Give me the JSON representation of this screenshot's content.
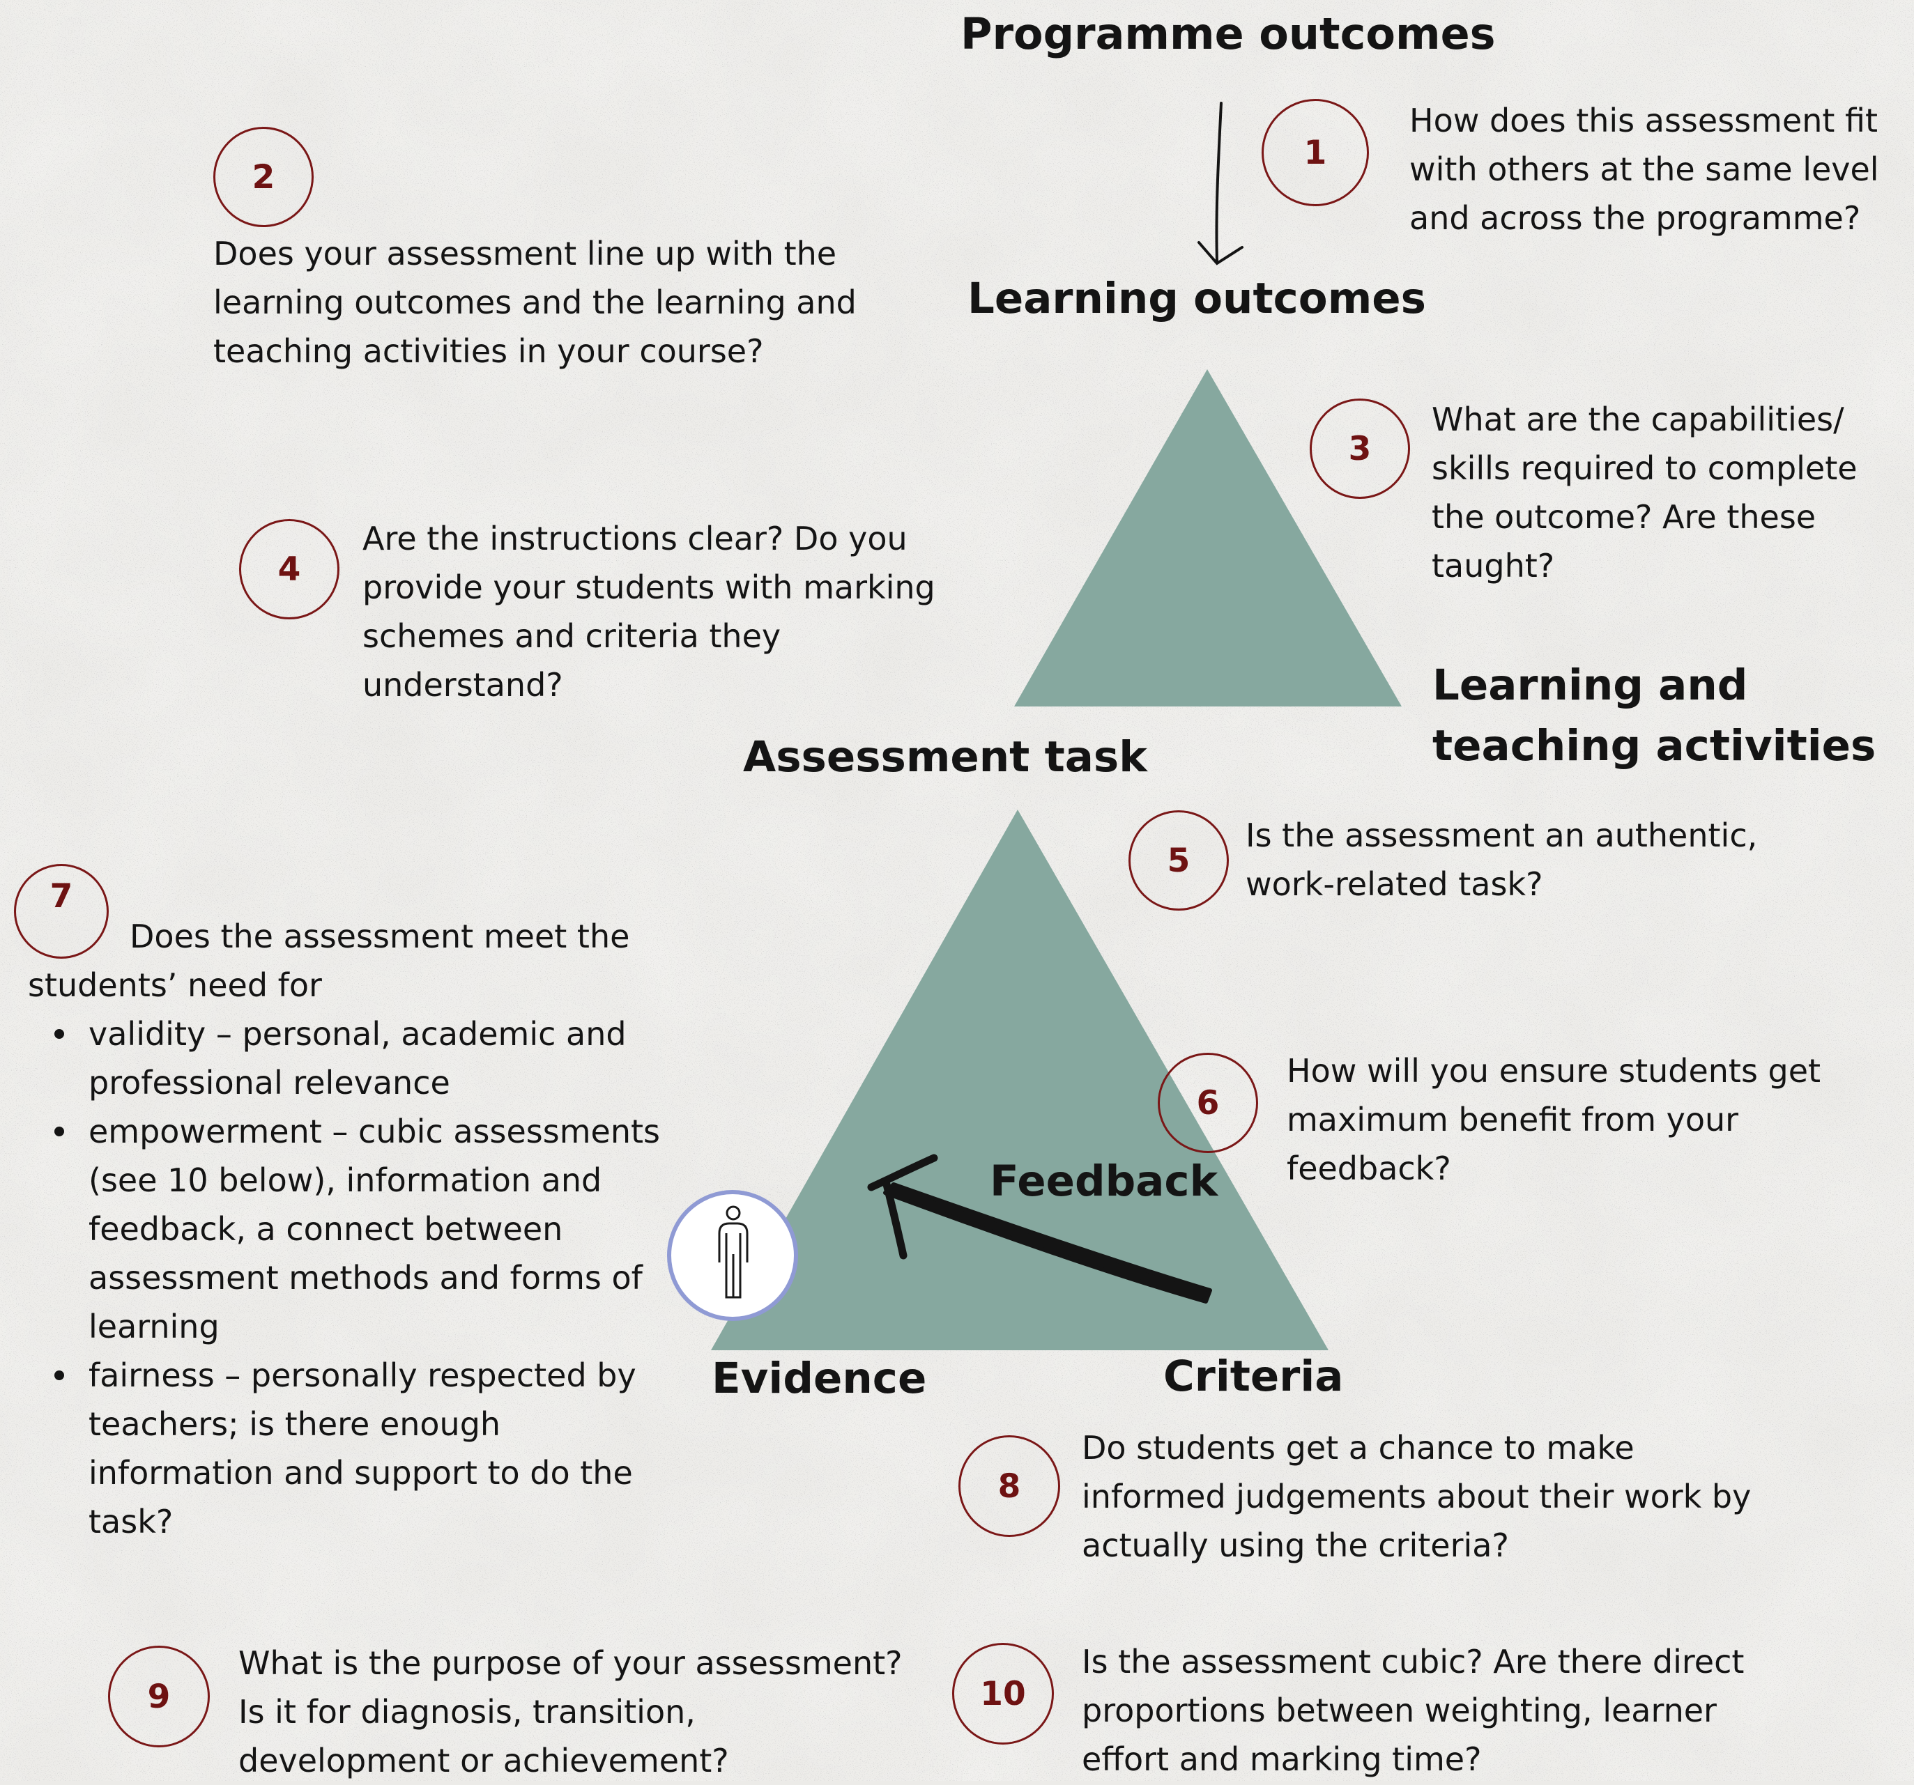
{
  "labels": {
    "programme_outcomes": "Programme outcomes",
    "learning_outcomes": "Learning outcomes",
    "learning_teaching_1": "Learning and",
    "learning_teaching_2": "teaching activities",
    "assessment_task": "Assessment task",
    "feedback": "Feedback",
    "evidence": "Evidence",
    "criteria": "Criteria"
  },
  "questions": [
    {
      "number": "1",
      "lines": [
        "How does this assessment fit",
        "with others at the same level",
        "and across the programme?"
      ]
    },
    {
      "number": "2",
      "lines": [
        "Does your assessment line up with the",
        "learning outcomes and the learning and",
        "teaching activities in your course?"
      ]
    },
    {
      "number": "3",
      "lines": [
        "What are the capabilities/",
        "skills required to complete",
        "the outcome? Are these",
        "taught?"
      ]
    },
    {
      "number": "4",
      "lines": [
        "Are the instructions clear? Do you",
        "provide your students with marking",
        "schemes and criteria they",
        "understand?"
      ]
    },
    {
      "number": "5",
      "lines": [
        "Is the assessment an authentic,",
        "work-related task?"
      ]
    },
    {
      "number": "6",
      "lines": [
        "How will you ensure students get",
        "maximum benefit from your",
        "feedback?"
      ]
    },
    {
      "number": "7",
      "lines": [
        "Does the assessment meet the",
        "students’ need for"
      ],
      "bullets": [
        [
          "validity – personal, academic and",
          "professional relevance"
        ],
        [
          "empowerment – cubic assessments",
          "(see 10 below), information and",
          "feedback, a connect between",
          "assessment methods and forms of",
          "learning"
        ],
        [
          "fairness – personally respected by",
          "teachers; is there enough",
          "information and support to do the",
          "task?"
        ]
      ]
    },
    {
      "number": "8",
      "lines": [
        "Do students get a chance to make",
        "informed judgements about their work by",
        "actually using the criteria?"
      ]
    },
    {
      "number": "9",
      "lines": [
        "What is the purpose of your assessment?",
        "Is it for diagnosis, transition,",
        "development or achievement?"
      ]
    },
    {
      "number": "10",
      "lines": [
        "Is the assessment cubic? Are there direct",
        "proportions between weighting, learner",
        "effort and marking time?"
      ]
    }
  ],
  "colors": {
    "background": "#ecebe8",
    "triangle": "#86a89f",
    "circle_border": "#7a1717",
    "number_text": "#6e1212",
    "person_ring": "#8f9ad4",
    "text": "#141414"
  },
  "icons": [
    "down-arrow-icon",
    "feedback-arrow-icon",
    "person-icon"
  ]
}
